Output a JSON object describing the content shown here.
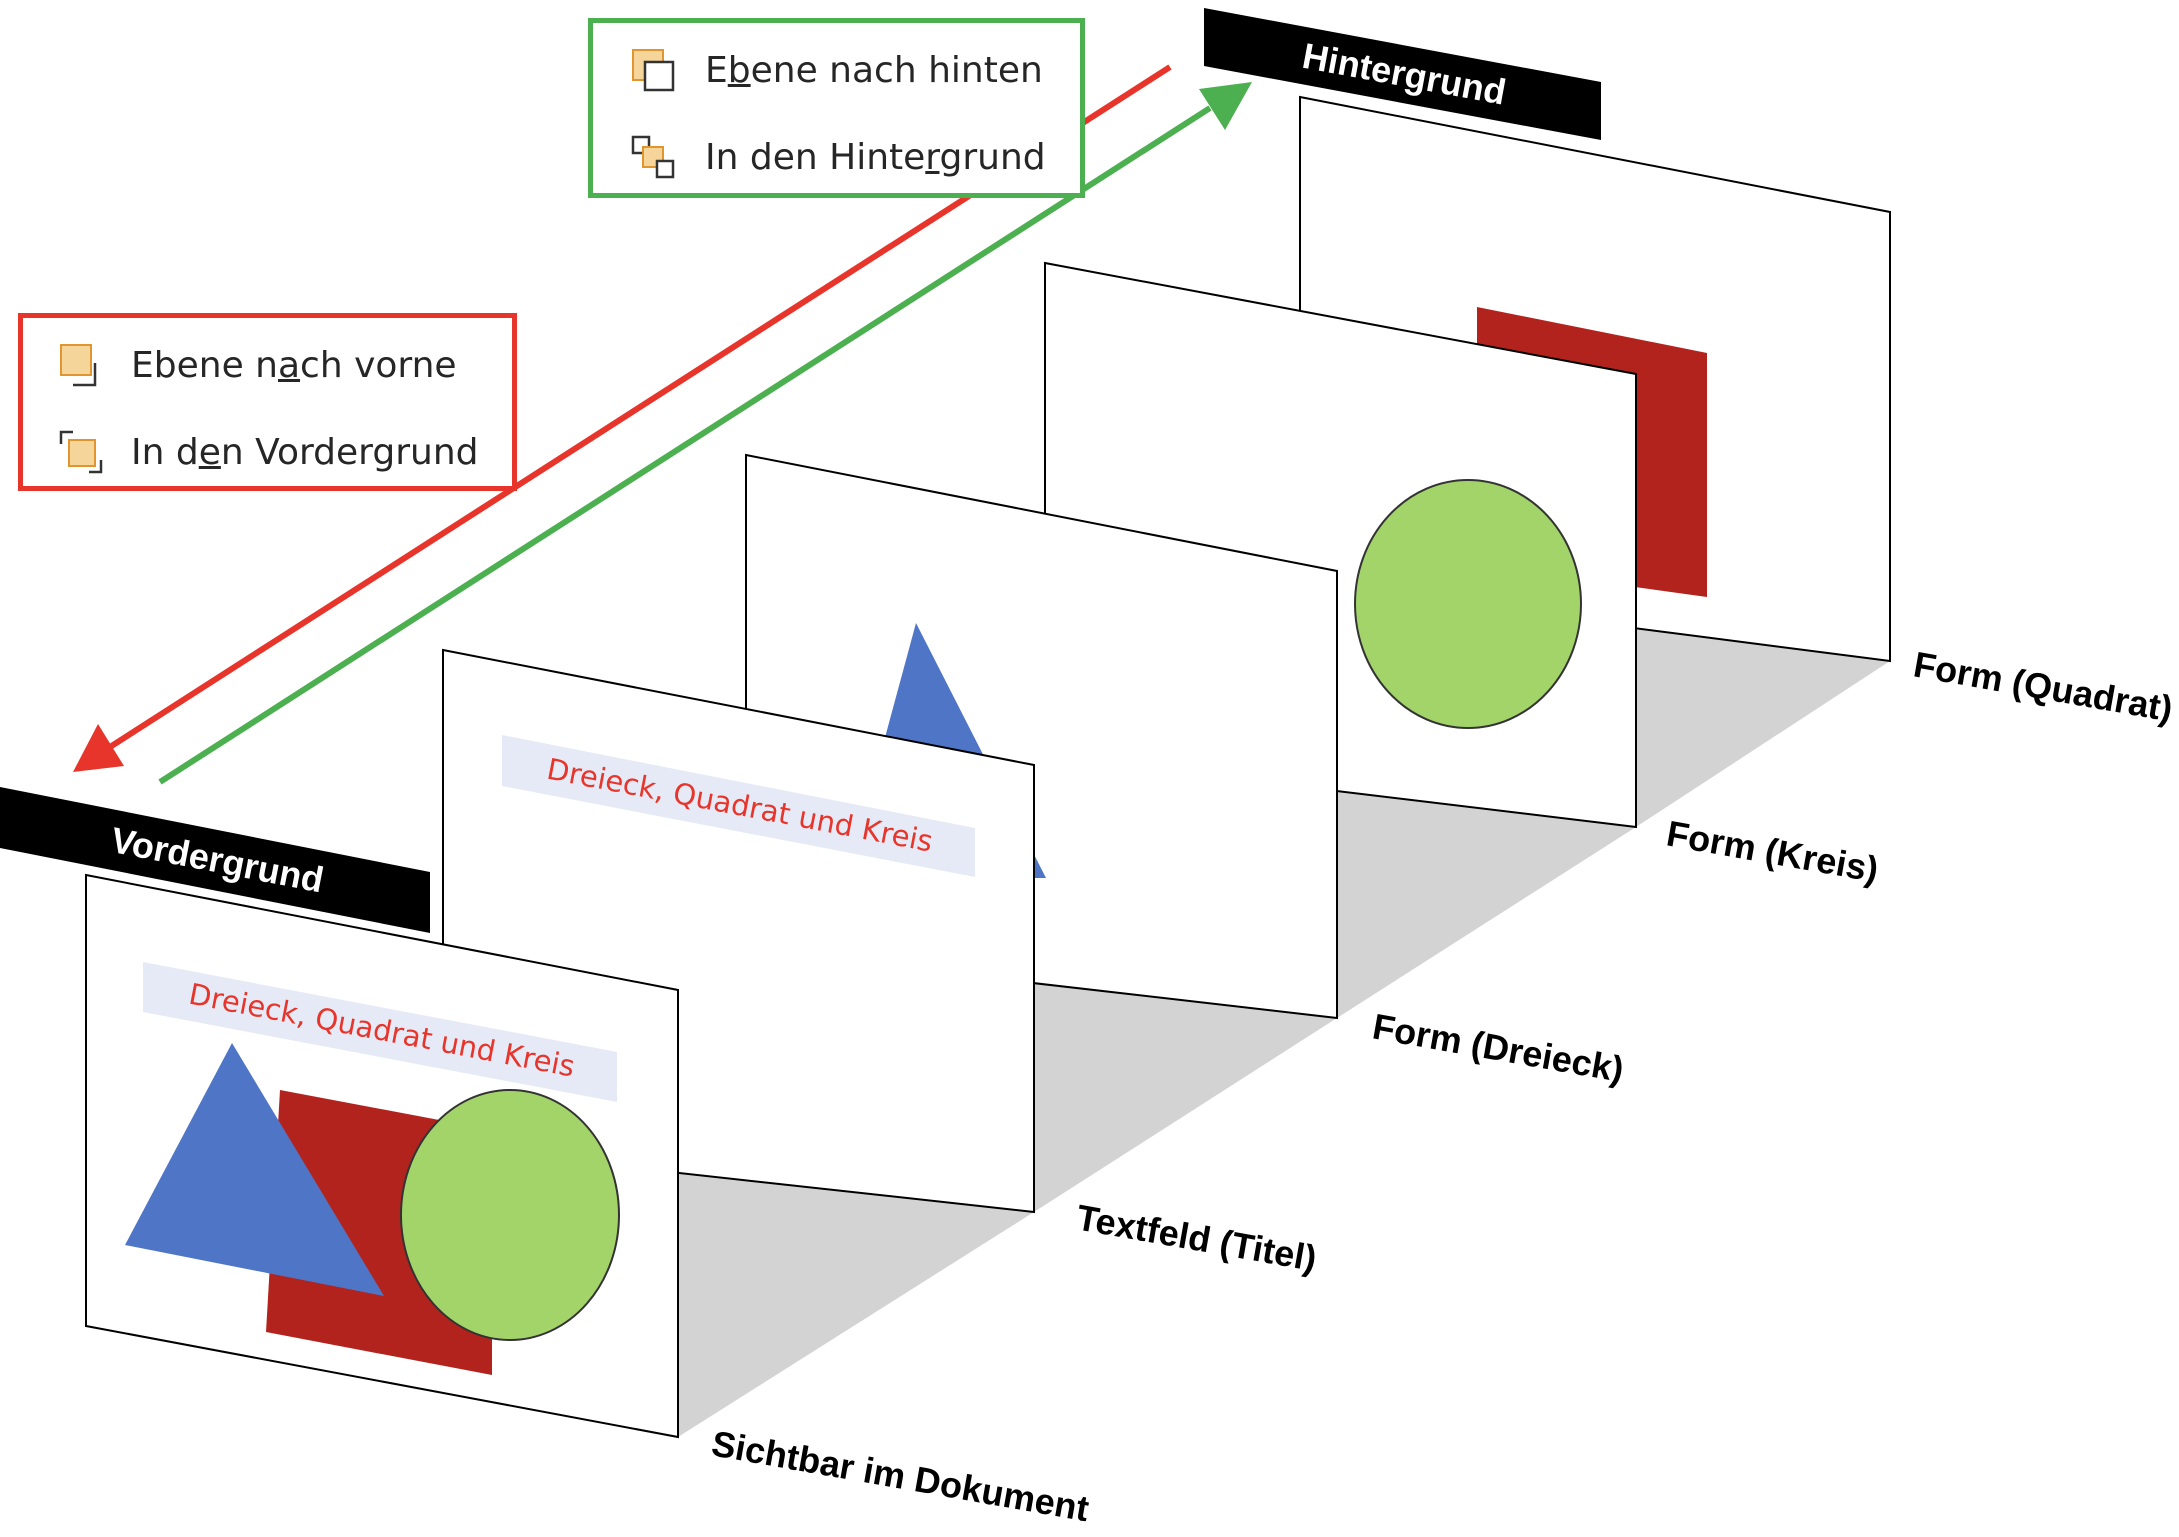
{
  "colors": {
    "front_arrow": "#e8352b",
    "back_arrow": "#4caf50",
    "triangle": "#4f75c7",
    "square": "#b3231e",
    "circle": "#a3d46a",
    "title_text": "#e8352b",
    "title_bg": "#e5eaf6",
    "floor": "#d3d3d3",
    "header_bg": "#000000",
    "header_text": "#ffffff"
  },
  "headers": {
    "front": "Vordergrund",
    "back": "Hintergrund"
  },
  "layers": [
    {
      "label": "Sichtbar im Dokument"
    },
    {
      "label": "Textfeld (Titel)"
    },
    {
      "label": "Form (Dreieck)"
    },
    {
      "label": "Form (Kreis)"
    },
    {
      "label": "Form (Quadrat)"
    }
  ],
  "title_text": "Dreieck, Quadrat und Kreis",
  "menu_front": {
    "items": [
      {
        "before": "Ebene n",
        "ul": "a",
        "after": "ch vorne",
        "icon": "bring-forward-icon"
      },
      {
        "before": "In d",
        "ul": "e",
        "after": "n Vordergrund",
        "icon": "bring-to-front-icon"
      }
    ]
  },
  "menu_back": {
    "items": [
      {
        "before": "E",
        "ul": "b",
        "after": "ene nach hinten",
        "icon": "send-backward-icon"
      },
      {
        "before": "In den Hinte",
        "ul": "r",
        "after": "grund",
        "icon": "send-to-back-icon"
      }
    ]
  }
}
